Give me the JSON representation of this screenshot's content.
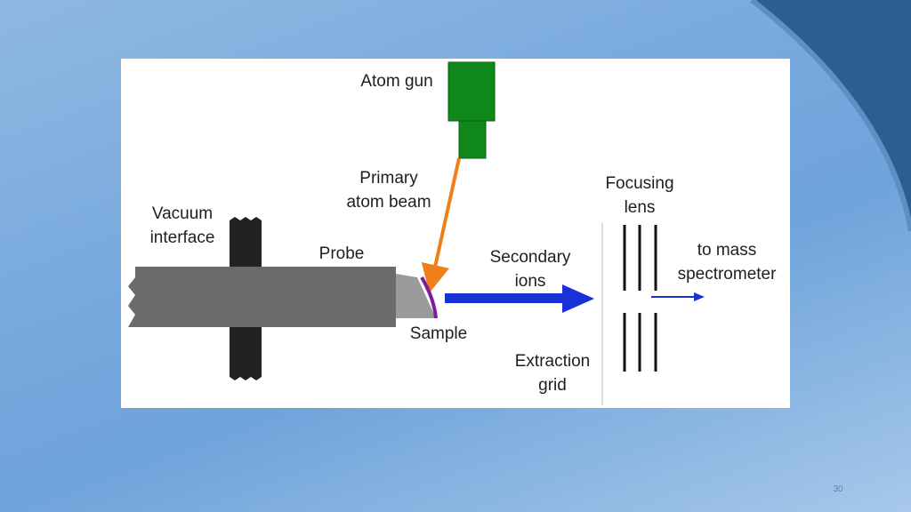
{
  "slide": {
    "number": "30"
  },
  "diagram": {
    "labels": {
      "atom_gun": "Atom gun",
      "primary_beam_line1": "Primary",
      "primary_beam_line2": "atom beam",
      "vacuum_line1": "Vacuum",
      "vacuum_line2": "interface",
      "probe": "Probe",
      "sample": "Sample",
      "secondary_line1": "Secondary",
      "secondary_line2": "ions",
      "focusing_line1": "Focusing",
      "focusing_line2": "lens",
      "extraction_line1": "Extraction",
      "extraction_line2": "grid",
      "to_mass_line1": "to mass",
      "to_mass_line2": "spectrometer"
    },
    "colors": {
      "atom_gun": "#0f8a1a",
      "primary_beam": "#f07f1a",
      "secondary_ions": "#1b31d8",
      "probe": "#6b6b6b",
      "sample": "#7a1e9a",
      "vacuum_interface": "#222222"
    }
  }
}
